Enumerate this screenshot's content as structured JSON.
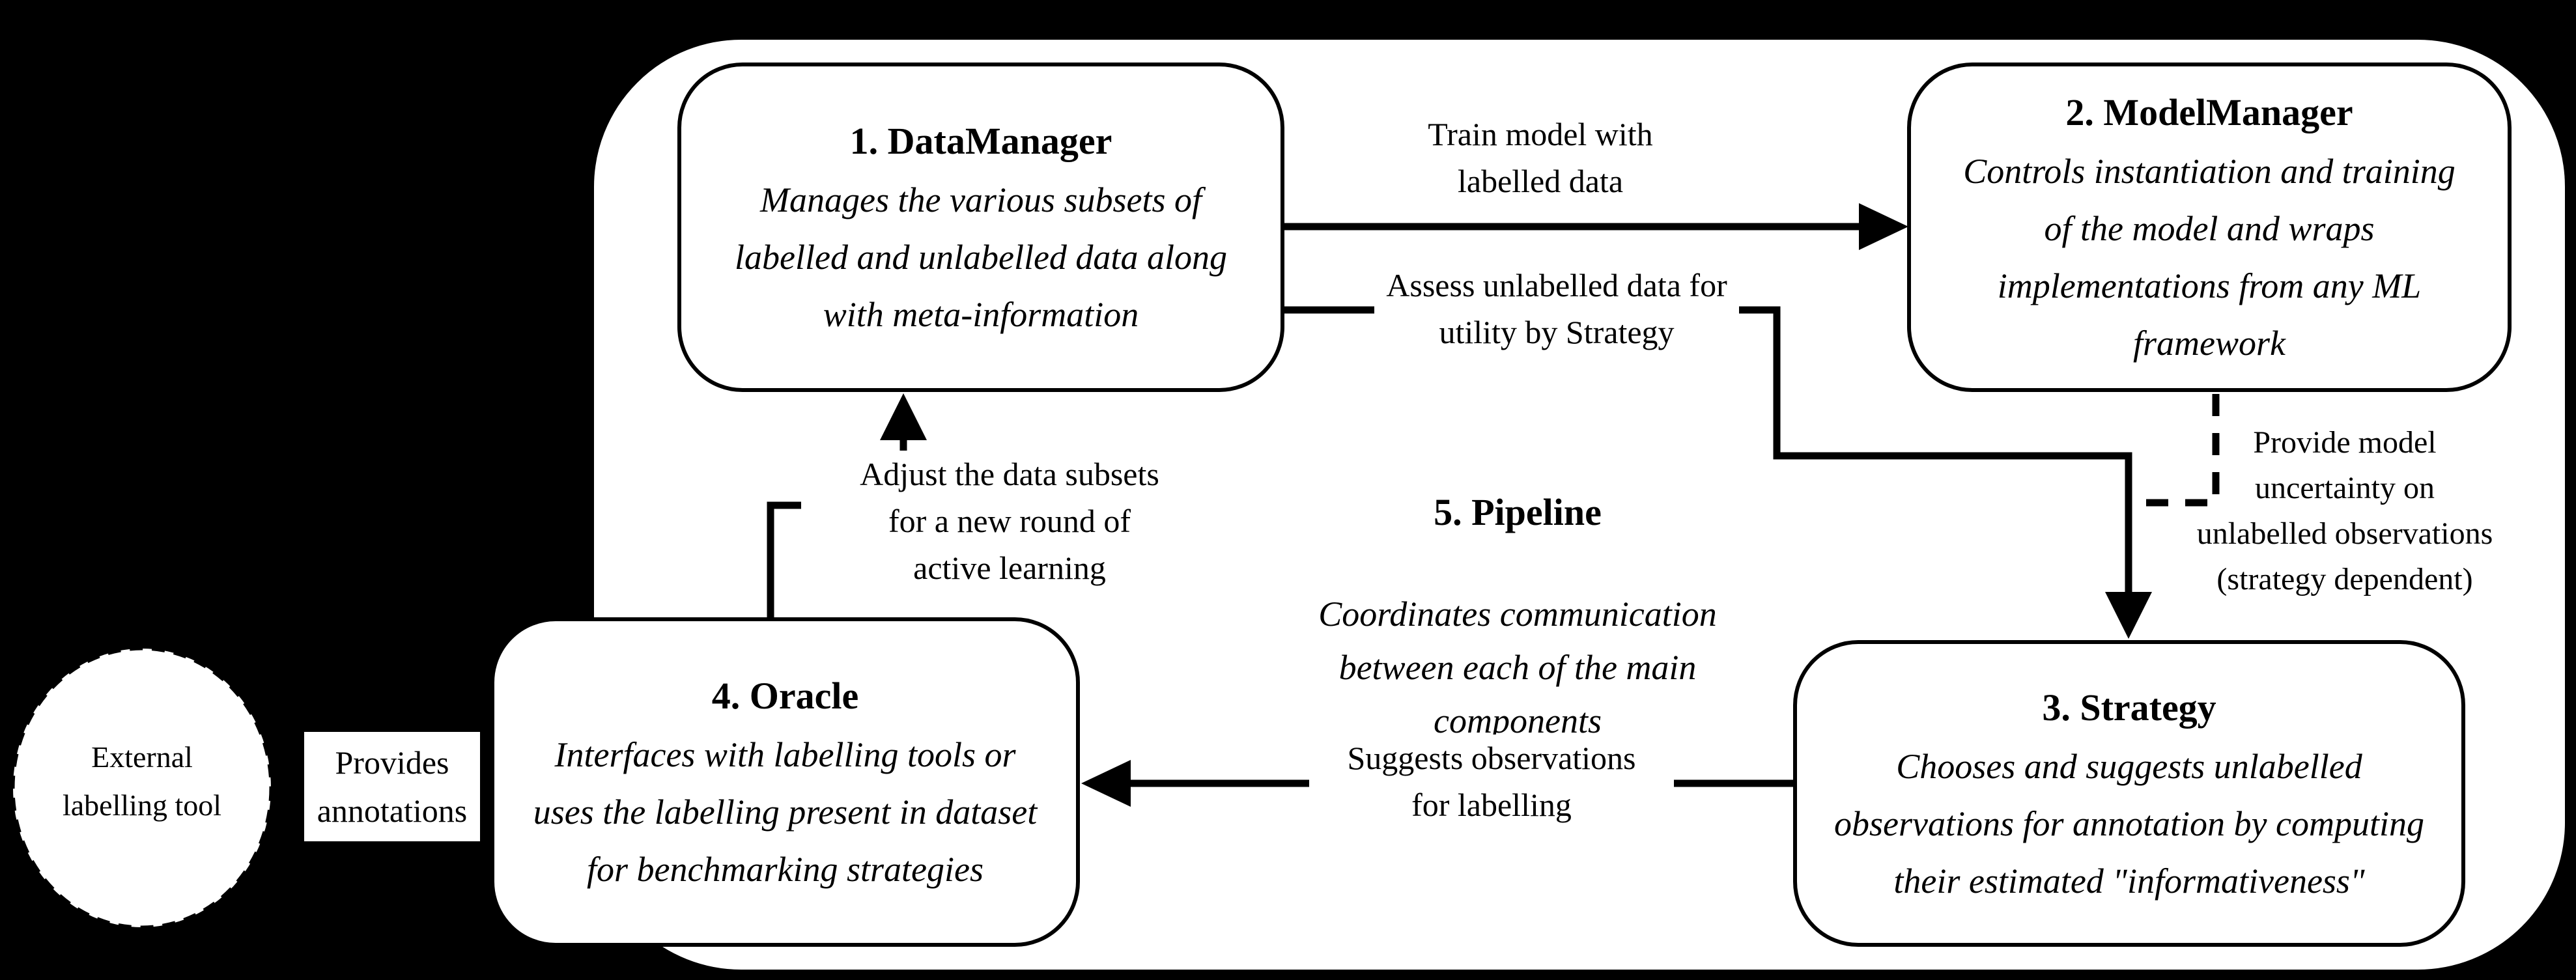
{
  "colors": {
    "background": "#000000",
    "surface": "#ffffff",
    "ink": "#000000"
  },
  "nodes": {
    "data_manager": {
      "title": "1. DataManager",
      "description": "Manages the various subsets of\nlabelled and unlabelled data along\nwith meta-information"
    },
    "model_manager": {
      "title": "2. ModelManager",
      "description": "Controls instantiation and training\nof the model and wraps\nimplementations from any ML\nframework"
    },
    "strategy": {
      "title": "3. Strategy",
      "description": "Chooses and suggests unlabelled\nobservations for annotation by computing\ntheir estimated \"informativeness\""
    },
    "oracle": {
      "title": "4. Oracle",
      "description": "Interfaces with labelling tools or\nuses the labelling present in dataset\nfor benchmarking strategies"
    },
    "pipeline": {
      "title": "5. Pipeline",
      "description": "Coordinates communication\nbetween each of the main\ncomponents"
    },
    "external_tool": {
      "label": "External\nlabelling tool"
    }
  },
  "edge_labels": {
    "train_model": "Train model with\nlabelled data",
    "assess_unlabelled": "Assess unlabelled data for\nutility by Strategy",
    "model_uncertainty": "Provide model\nuncertainty on\nunlabelled observations\n(strategy dependent)",
    "adjust_subsets": "Adjust the data subsets\nfor a new round of\nactive learning",
    "suggests_observations": "Suggests observations\nfor labelling",
    "provides_annotations": "Provides\nannotations"
  }
}
